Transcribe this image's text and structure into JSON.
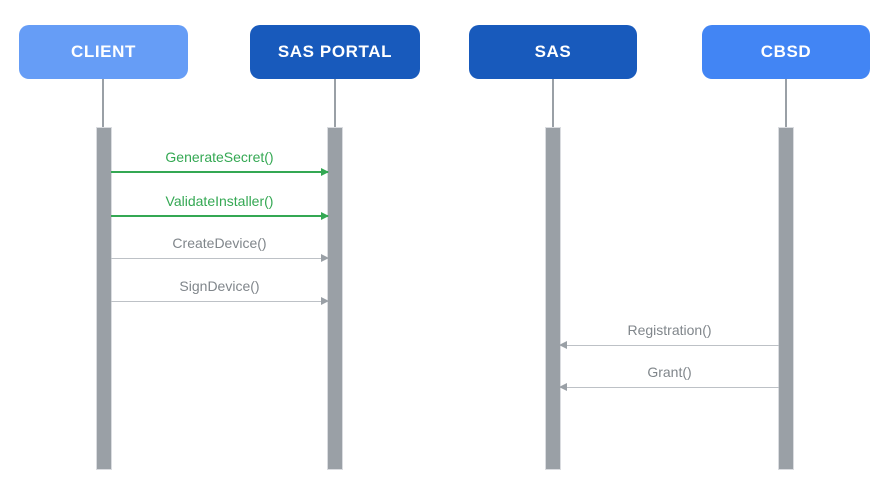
{
  "diagram": {
    "type": "sequence-diagram",
    "background_color": "#ffffff",
    "actors": [
      {
        "label": "CLIENT",
        "color": "#669DF6",
        "text_color": "#ffffff"
      },
      {
        "label": "SAS PORTAL",
        "color": "#185ABC",
        "text_color": "#ffffff"
      },
      {
        "label": "SAS",
        "color": "#185ABC",
        "text_color": "#ffffff"
      },
      {
        "label": "CBSD",
        "color": "#4285F4",
        "text_color": "#ffffff"
      }
    ],
    "lifeline_color": "#9AA0A6",
    "activation_bar_color": "#9AA0A6",
    "messages": [
      {
        "label": "GenerateSecret()",
        "from": "CLIENT",
        "to": "SAS PORTAL",
        "direction": "right",
        "text_color": "#34A853",
        "line_color": "#34A853",
        "head_color": "#34A853"
      },
      {
        "label": "ValidateInstaller()",
        "from": "CLIENT",
        "to": "SAS PORTAL",
        "direction": "right",
        "text_color": "#34A853",
        "line_color": "#34A853",
        "head_color": "#34A853"
      },
      {
        "label": "CreateDevice()",
        "from": "CLIENT",
        "to": "SAS PORTAL",
        "direction": "right",
        "text_color": "#80868B",
        "line_color": "#BDC1C6",
        "head_color": "#9AA0A6"
      },
      {
        "label": "SignDevice()",
        "from": "CLIENT",
        "to": "SAS PORTAL",
        "direction": "right",
        "text_color": "#80868B",
        "line_color": "#BDC1C6",
        "head_color": "#9AA0A6"
      },
      {
        "label": "Registration()",
        "from": "CBSD",
        "to": "SAS",
        "direction": "left",
        "text_color": "#80868B",
        "line_color": "#BDC1C6",
        "head_color": "#9AA0A6"
      },
      {
        "label": "Grant()",
        "from": "CBSD",
        "to": "SAS",
        "direction": "left",
        "text_color": "#80868B",
        "line_color": "#BDC1C6",
        "head_color": "#9AA0A6"
      }
    ]
  }
}
